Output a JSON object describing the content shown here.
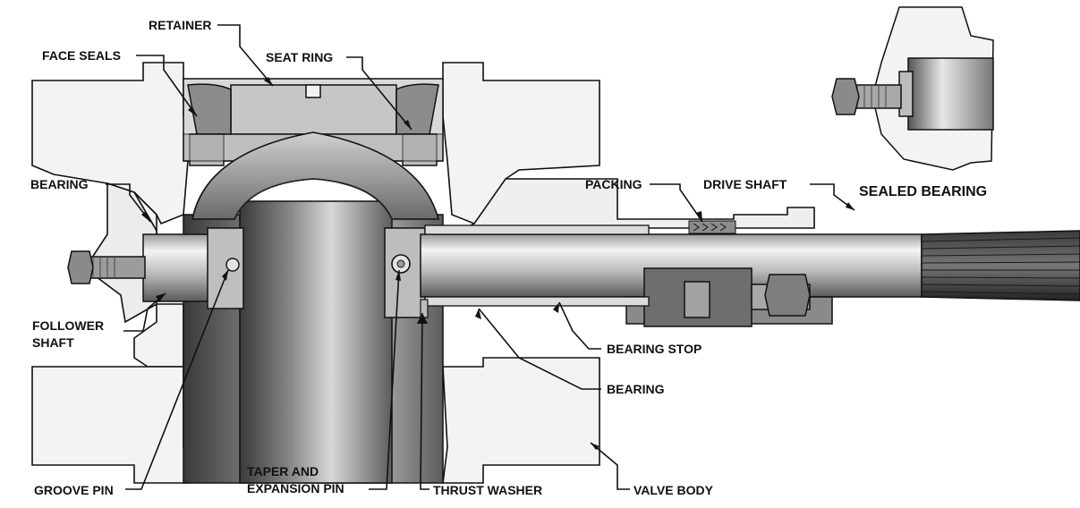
{
  "labels": {
    "retainer": "RETAINER",
    "face_seals": "FACE SEALS",
    "seat_ring": "SEAT RING",
    "bearing_left": "BEARING",
    "packing": "PACKING",
    "drive_shaft": "DRIVE SHAFT",
    "sealed_bearing": "SEALED BEARING",
    "follower_shaft_1": "FOLLOWER",
    "follower_shaft_2": "SHAFT",
    "bearing_stop": "BEARING STOP",
    "bearing_right": "BEARING",
    "taper_pin_1": "TAPER AND",
    "taper_pin_2": "EXPANSION PIN",
    "groove_pin": "GROOVE PIN",
    "thrust_washer": "THRUST WASHER",
    "valve_body": "VALVE BODY"
  },
  "colors": {
    "line": "#111111",
    "body_fill": "#f2f2f2",
    "metal_dark": "#6e6e6e",
    "metal_light": "#e6e6e6"
  }
}
